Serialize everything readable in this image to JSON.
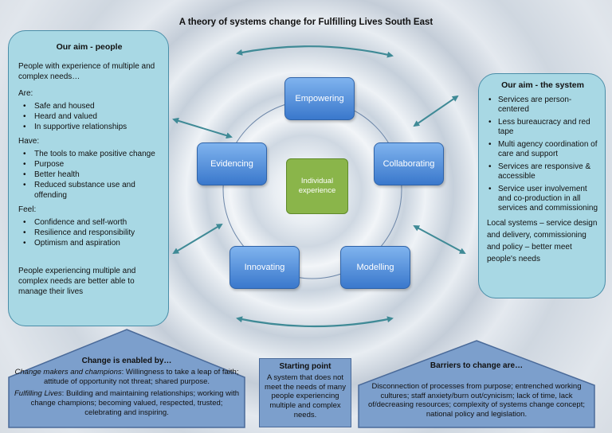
{
  "title": "A theory of systems change for Fulfilling Lives South East",
  "aim_people": {
    "heading": "Our aim - people",
    "intro": "People with experience of multiple and complex needs…",
    "are_label": "Are:",
    "are_items": [
      "Safe and housed",
      "Heard and valued",
      "In supportive relationships"
    ],
    "have_label": "Have:",
    "have_items": [
      "The tools to make positive change",
      "Purpose",
      "Better health",
      "Reduced substance use and offending"
    ],
    "feel_label": "Feel:",
    "feel_items": [
      "Confidence and self-worth",
      "Resilience and responsibility",
      "Optimism and aspiration"
    ],
    "conclusion": "People experiencing multiple and complex needs are better able to manage their lives"
  },
  "aim_system": {
    "heading": "Our aim - the system",
    "items": [
      "Services are person-centered",
      "Less bureaucracy and red tape",
      "Multi agency coordination of care and support",
      "Services are responsive & accessible",
      "Service user involvement and co-production in all services and commissioning"
    ],
    "conclusion": "Local systems – service design and delivery, commissioning and policy – better meet people's needs"
  },
  "cycle": {
    "empowering": "Empowering",
    "collaborating": "Collaborating",
    "modelling": "Modelling",
    "innovating": "Innovating",
    "evidencing": "Evidencing",
    "center": "Individual experience"
  },
  "enabled": {
    "heading": "Change is enabled by…",
    "line1_label": "Change makers and champions",
    "line1_text": ": Willingness to take a leap of faith; attitude of opportunity not threat; shared purpose.",
    "line2_label": "Fulfilling Lives",
    "line2_text": ": Building and maintaining relationships; working with change champions; becoming valued, respected, trusted; celebrating and inspiring."
  },
  "starting": {
    "heading": "Starting point",
    "text": "A system that does not meet the needs of many people experiencing multiple and complex needs."
  },
  "barriers": {
    "heading": "Barriers to change are…",
    "text": "Disconnection of processes from purpose; entrenched working cultures; staff anxiety/burn out/cynicism; lack of time, lack of/decreasing resources; complexity of systems change concept; national policy and legislation."
  },
  "colors": {
    "panel": "#a8d8e4",
    "node": "#3a78cc",
    "center": "#8ab54a",
    "arrow": "#3f8a96",
    "bottom_box": "#7c9fcc"
  }
}
